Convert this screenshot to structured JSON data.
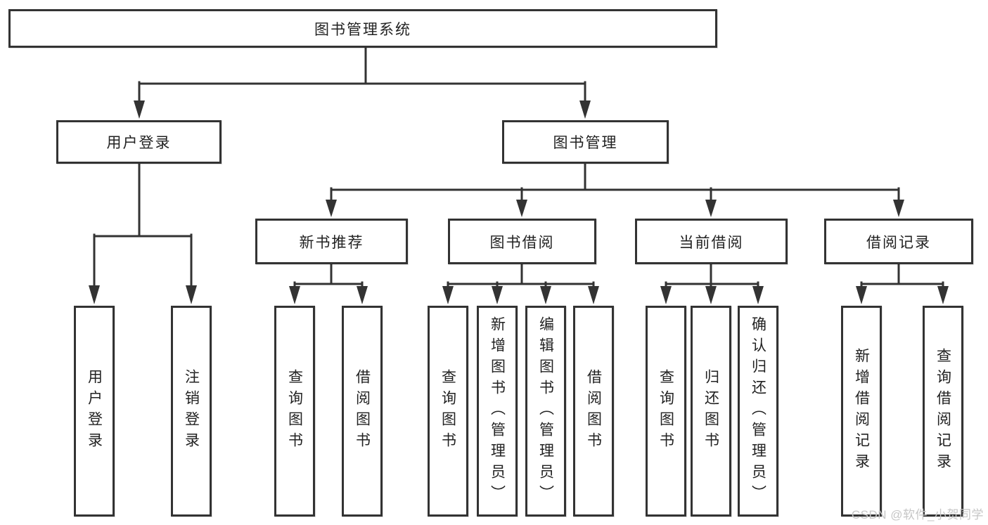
{
  "tree": {
    "label": "图书管理系统",
    "children": [
      {
        "label": "用户登录",
        "children": [
          {
            "label": "用户登录"
          },
          {
            "label": "注销登录"
          }
        ]
      },
      {
        "label": "图书管理",
        "children": [
          {
            "label": "新书推荐",
            "children": [
              {
                "label": "查询图书"
              },
              {
                "label": "借阅图书"
              }
            ]
          },
          {
            "label": "图书借阅",
            "children": [
              {
                "label": "查询图书"
              },
              {
                "label": "新增图书（管理员）"
              },
              {
                "label": "编辑图书（管理员）"
              },
              {
                "label": "借阅图书"
              }
            ]
          },
          {
            "label": "当前借阅",
            "children": [
              {
                "label": "查询图书"
              },
              {
                "label": "归还图书"
              },
              {
                "label": "确认归还（管理员）"
              }
            ]
          },
          {
            "label": "借阅记录",
            "children": [
              {
                "label": "新增借阅记录"
              },
              {
                "label": "查询借阅记录"
              }
            ]
          }
        ]
      }
    ]
  },
  "watermark": {
    "text": "CSDN @软件_小贺同学"
  },
  "colors": {
    "line": "#333333",
    "box_border": "#333333",
    "text": "#222222",
    "background": "#ffffff",
    "watermark": "#c6c6c6"
  }
}
